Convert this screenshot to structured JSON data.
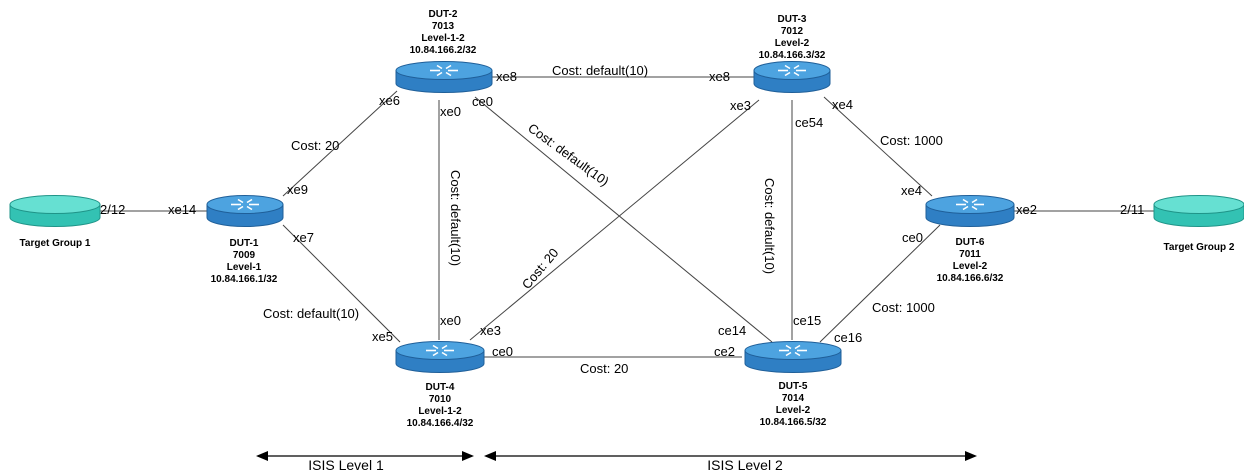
{
  "colors": {
    "router_body": "#2f7fc4",
    "router_top": "#4da3e0",
    "router_dark": "#1f5f99",
    "target_body": "#33c2b3",
    "target_top": "#66e0d2",
    "target_dark": "#1f9488",
    "link": "#444444"
  },
  "devices": {
    "dut1": {
      "icon": "router-icon",
      "name": "DUT-1",
      "asn": "7009",
      "level": "Level-1",
      "ip": "10.84.166.1/32"
    },
    "dut2": {
      "icon": "router-icon",
      "name": "DUT-2",
      "asn": "7013",
      "level": "Level-1-2",
      "ip": "10.84.166.2/32"
    },
    "dut3": {
      "icon": "router-icon",
      "name": "DUT-3",
      "asn": "7012",
      "level": "Level-2",
      "ip": "10.84.166.3/32"
    },
    "dut4": {
      "icon": "router-icon",
      "name": "DUT-4",
      "asn": "7010",
      "level": "Level-1-2",
      "ip": "10.84.166.4/32"
    },
    "dut5": {
      "icon": "router-icon",
      "name": "DUT-5",
      "asn": "7014",
      "level": "Level-2",
      "ip": "10.84.166.5/32"
    },
    "dut6": {
      "icon": "router-icon",
      "name": "DUT-6",
      "asn": "7011",
      "level": "Level-2",
      "ip": "10.84.166.6/32"
    },
    "tg1": {
      "icon": "target-icon",
      "name": "Target Group 1"
    },
    "tg2": {
      "icon": "target-icon",
      "name": "Target Group 2"
    }
  },
  "ports": {
    "tg1": "2/12",
    "dut1_tg": "xe14",
    "dut1_2": "xe9",
    "dut1_4": "xe7",
    "dut2_1": "xe6",
    "dut2_3": "xe8",
    "dut2_4": "xe0",
    "dut2_5": "ce0",
    "dut3_2": "xe8",
    "dut3_4": "xe3",
    "dut3_5": "ce54",
    "dut3_6": "xe4",
    "dut4_1": "xe5",
    "dut4_2": "xe0",
    "dut4_3": "xe3",
    "dut4_5": "ce0",
    "dut5_2": "ce14",
    "dut5_3": "ce15",
    "dut5_4": "ce2",
    "dut5_6": "ce16",
    "dut6_3": "xe4",
    "dut6_5": "ce0",
    "dut6_tg": "xe2",
    "tg2": "2/11"
  },
  "costs": {
    "c12": "Cost: 20",
    "c23": "Cost: default(10)",
    "c25": "Cost: default(10)",
    "c24": "Cost: default(10)",
    "c36": "Cost: 1000",
    "c35": "Cost: default(10)",
    "c34": "Cost: 20",
    "c14": "Cost: default(10)",
    "c56": "Cost: 1000",
    "c45": "Cost: 20"
  },
  "levels": {
    "l1": "ISIS Level 1",
    "l2": "ISIS Level 2"
  }
}
